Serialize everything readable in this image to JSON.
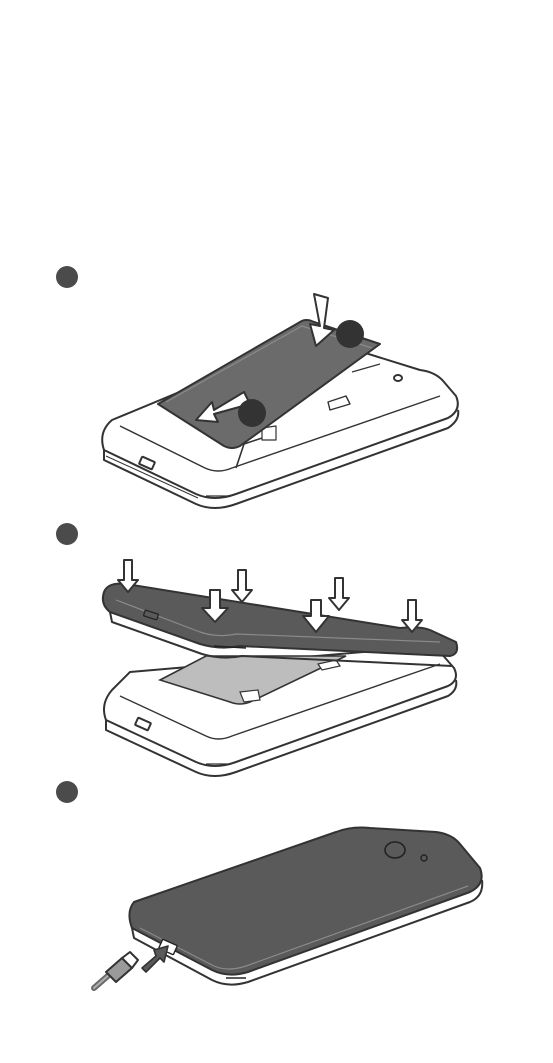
{
  "page": {
    "kind": "battery installation and charging illustration",
    "step_count": 3
  },
  "colors": {
    "outline": "#333333",
    "dark_fill": "#5a5a5a",
    "battery_fill": "#b9b9b9",
    "badge": "#4b4b4b",
    "paper": "#ffffff"
  },
  "steps": [
    {
      "name": "step-1",
      "icon": "filled-circle"
    },
    {
      "name": "step-2",
      "icon": "filled-circle"
    },
    {
      "name": "step-3",
      "icon": "filled-circle"
    }
  ]
}
